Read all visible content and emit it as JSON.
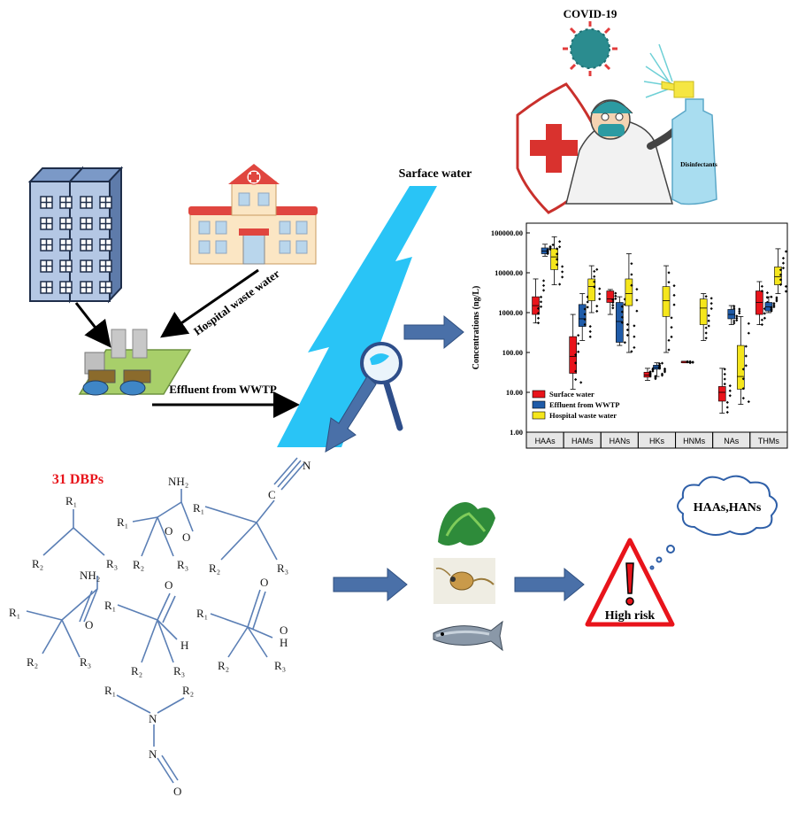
{
  "labels": {
    "covid": "COVID-19",
    "disinfectants": "Disinfectants",
    "surface_water": "Sarface water",
    "hospital_waste_water": "Hospital waste water",
    "effluent_wwtp": "Effluent from  WWTP",
    "dbps_count": "31 DBPs",
    "high_risk": "High risk",
    "risk_classes": "HAAs,HANs"
  },
  "colors": {
    "water": "#29C4F6",
    "arrow": "#4A70A8",
    "dbps_title": "#E8141B",
    "structure": "#5B7FB5",
    "surface_water": "#E8141B",
    "effluent_wwtp": "#1F5BA8",
    "hospital_waste_water": "#F5E61C"
  },
  "chart_data": {
    "type": "box",
    "ylabel": "Concentrations (ng/L)",
    "yscale": "log",
    "ylim": [
      1,
      100000
    ],
    "yticks": [
      "1.00",
      "10.00",
      "100.00",
      "1000.00",
      "10000.00",
      "100000.00"
    ],
    "categories": [
      "HAAs",
      "HAMs",
      "HANs",
      "HKs",
      "HNMs",
      "NAs",
      "THMs"
    ],
    "series": [
      {
        "name": "Surface water",
        "boxes": [
          [
            550,
            900,
            1500,
            2500,
            7000
          ],
          [
            12,
            30,
            80,
            250,
            900
          ],
          [
            900,
            1800,
            2200,
            3500,
            3800
          ],
          [
            20,
            24,
            27,
            32,
            40
          ],
          [
            55,
            55,
            60,
            60,
            60
          ],
          [
            3,
            6,
            10,
            14,
            40
          ],
          [
            500,
            900,
            1800,
            3500,
            6000
          ]
        ]
      },
      {
        "name": "Effluent from WWTP",
        "boxes": [
          [
            26000,
            30000,
            35000,
            42000,
            52000
          ],
          [
            200,
            450,
            700,
            1600,
            3000
          ],
          [
            150,
            180,
            600,
            1800,
            2500
          ],
          [
            25,
            38,
            42,
            48,
            55
          ],
          [
            null,
            null,
            null,
            null,
            null
          ],
          [
            500,
            700,
            900,
            1200,
            1500
          ],
          [
            1000,
            1100,
            1400,
            1800,
            2500
          ]
        ]
      },
      {
        "name": "Hospital waste water",
        "boxes": [
          [
            5000,
            12000,
            25000,
            40000,
            80000
          ],
          [
            1000,
            2000,
            4500,
            7000,
            15000
          ],
          [
            100,
            1500,
            3000,
            7000,
            30000
          ],
          [
            100,
            800,
            2000,
            4500,
            15000
          ],
          [
            200,
            500,
            1300,
            2200,
            3000
          ],
          [
            5,
            12,
            25,
            150,
            800
          ],
          [
            3000,
            5000,
            8000,
            14000,
            40000
          ]
        ]
      }
    ]
  }
}
